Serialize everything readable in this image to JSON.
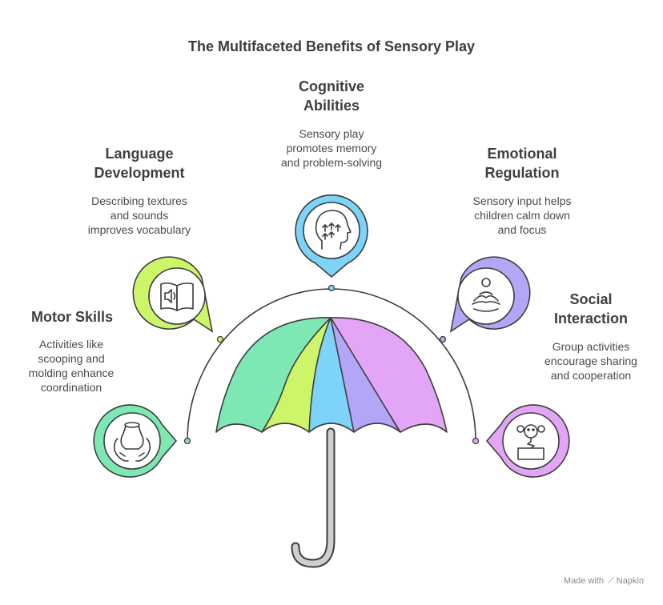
{
  "title": "The Multifaceted Benefits of Sensory Play",
  "benefits": [
    {
      "heading": "Motor Skills",
      "description": "Activities like\nscooping and\nmolding enhance\ncoordination",
      "icon": "hands-holding-vase-icon",
      "color": "#7ee8b4"
    },
    {
      "heading": "Language\nDevelopment",
      "description": "Describing textures\nand sounds\nimproves vocabulary",
      "icon": "audio-book-icon",
      "color": "#cdf56a"
    },
    {
      "heading": "Cognitive\nAbilities",
      "description": "Sensory play\npromotes memory\nand problem-solving",
      "icon": "head-arrows-icon",
      "color": "#7dd3f8"
    },
    {
      "heading": "Emotional\nRegulation",
      "description": "Sensory input helps\nchildren calm down\nand focus",
      "icon": "meditation-icon",
      "color": "#b4a6f7"
    },
    {
      "heading": "Social\nInteraction",
      "description": "Group activities\nencourage sharing\nand cooperation",
      "icon": "jack-in-the-box-icon",
      "color": "#e3a6f7"
    }
  ],
  "footer": {
    "made_with": "Made with",
    "brand": "Napkin"
  }
}
